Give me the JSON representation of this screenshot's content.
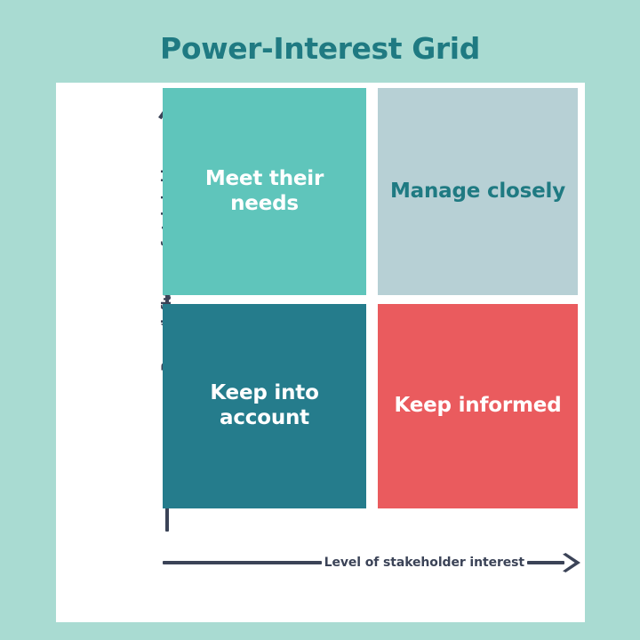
{
  "title": "Power-Interest Grid",
  "colors": {
    "background": "#a9dbd2",
    "card": "#ffffff",
    "title_text": "#1f7a82",
    "axis": "#3b4357",
    "quad_meet_their_needs": "#5fc5bb",
    "quad_manage_closely": "#b7d0d5",
    "quad_keep_into_account": "#257c8c",
    "quad_keep_informed": "#ea5b5e"
  },
  "axes": {
    "y": {
      "label": "Power/influence of stakeholder",
      "arrow": "arrow-up-icon",
      "direction": "up"
    },
    "x": {
      "label": "Level of stakeholder interest",
      "arrow": "arrow-right-icon",
      "direction": "right"
    }
  },
  "chart_data": {
    "type": "table",
    "title": "Power-Interest Grid",
    "xlabel": "Level of stakeholder interest",
    "ylabel": "Power/influence of stakeholder",
    "grid": false,
    "legend": "none",
    "quadrants": [
      {
        "id": "meet-their-needs",
        "label": "Meet their needs",
        "power": "high",
        "interest": "low",
        "position": "top-left",
        "fill": "#5fc5bb",
        "text_color": "#ffffff"
      },
      {
        "id": "manage-closely",
        "label": "Manage closely",
        "power": "high",
        "interest": "high",
        "position": "top-right",
        "fill": "#b7d0d5",
        "text_color": "#1f7a82"
      },
      {
        "id": "keep-into-account",
        "label": "Keep into account",
        "power": "low",
        "interest": "low",
        "position": "bottom-left",
        "fill": "#257c8c",
        "text_color": "#ffffff"
      },
      {
        "id": "keep-informed",
        "label": "Keep informed",
        "power": "low",
        "interest": "high",
        "position": "bottom-right",
        "fill": "#ea5b5e",
        "text_color": "#ffffff"
      }
    ]
  }
}
